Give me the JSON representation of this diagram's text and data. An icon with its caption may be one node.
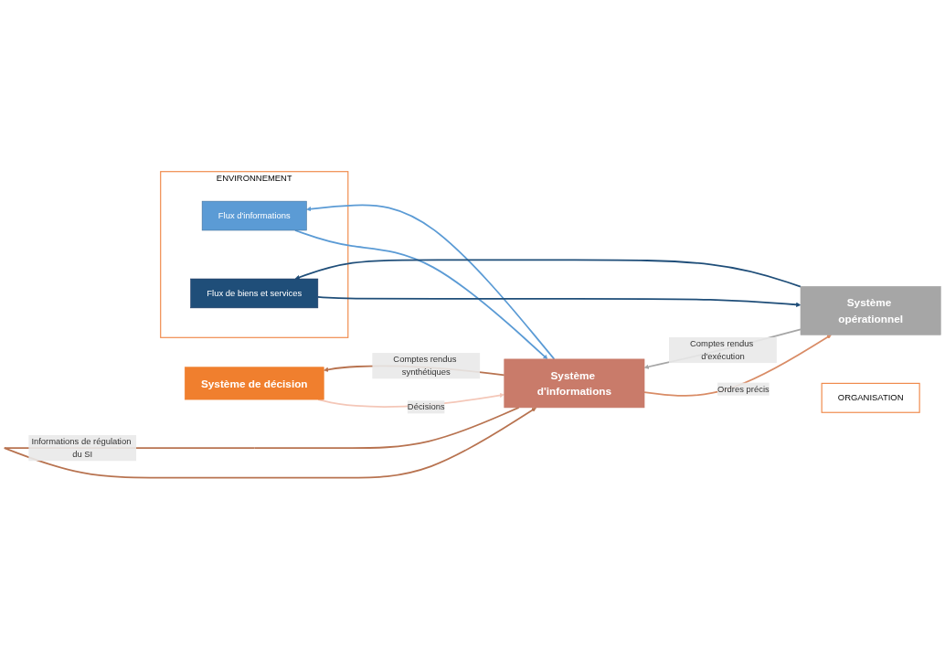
{
  "diagram": {
    "nodes": [
      {
        "text": [
          "ENVIRONNEMENT"
        ]
      },
      {
        "text": [
          "ORGANISATION"
        ]
      },
      {
        "text": [
          "Flux d'informations"
        ],
        "in": 0
      },
      {
        "text": [
          "Flux de biens et services"
        ],
        "in": 0
      },
      {
        "text": [
          "Système de décision"
        ]
      },
      {
        "text": [
          "Système d'informations"
        ]
      },
      {
        "text": [
          "Système opérationnel"
        ]
      }
    ],
    "edges": [
      {
        "from": 4,
        "to": 5,
        "arrow": "to",
        "label": "Décisions",
        "color": "#f4c7b8"
      },
      {
        "from": 5,
        "to": 4,
        "arrow": "to",
        "label": "Comptes rendus synthétiques",
        "color": "#b87350"
      },
      {
        "from": 5,
        "to": 5,
        "arrow": "to",
        "label": "Informations de régulation du SI",
        "color": "#b87350"
      },
      {
        "from": 2,
        "to": 5,
        "arrow": "to",
        "color": "#5b9bd5"
      },
      {
        "from": 5,
        "to": 2,
        "arrow": "to",
        "color": "#5b9bd5"
      },
      {
        "from": 5,
        "to": 6,
        "arrow": "to",
        "label": "Ordres précis",
        "color": "#d98c66"
      },
      {
        "from": 6,
        "to": 5,
        "arrow": "to",
        "label": "Comptes rendus d'exécution",
        "color": "#a6a6a6"
      },
      {
        "from": 3,
        "to": 6,
        "arrow": "to",
        "color": "#1f4e79"
      },
      {
        "from": 6,
        "to": 3,
        "arrow": "to",
        "color": "#1f4e79"
      }
    ]
  }
}
